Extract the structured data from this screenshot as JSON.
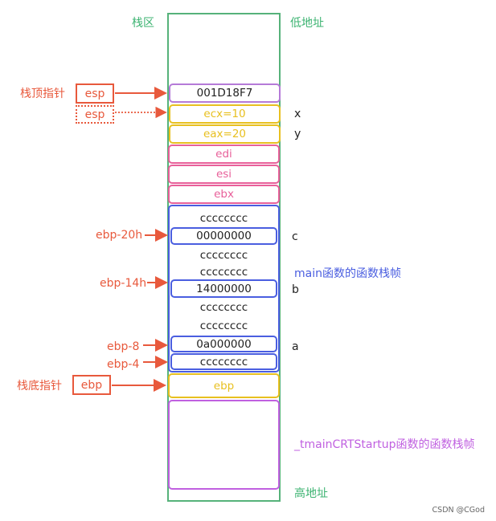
{
  "labels": {
    "stack_area": "栈区",
    "low_address": "低地址",
    "high_address": "高地址",
    "stack_top_pointer": "栈顶指针",
    "stack_bottom_pointer": "栈底指针",
    "main_frame": "main函数的函数栈帧",
    "crt_frame": "_tmainCRTStartup函数的函数栈帧",
    "credit": "CSDN @CGod"
  },
  "registers": {
    "esp": "esp",
    "esp_old": "esp",
    "ebp": "ebp"
  },
  "cells": {
    "top": "001D18F7",
    "ecx": "ecx=10",
    "eax": "eax=20",
    "edi": "edi",
    "esi": "esi",
    "ebx": "ebx",
    "main_row1": "cccccccc",
    "c_value": "00000000",
    "main_row3": "cccccccc",
    "main_row4": "cccccccc",
    "b_value": "14000000",
    "main_row6": "cccccccc",
    "main_row7": "cccccccc",
    "a_value": "0a000000",
    "ebp_minus4_value": "cccccccc",
    "saved_ebp": "ebp"
  },
  "offsets": {
    "ebp_20h": "ebp-20h",
    "ebp_14h": "ebp-14h",
    "ebp_8": "ebp-8",
    "ebp_4": "ebp-4"
  },
  "vars": {
    "x": "x",
    "y": "y",
    "c": "c",
    "b": "b",
    "a": "a"
  },
  "colors": {
    "stack_border": "#56b27a",
    "pointer": "#e8593c",
    "top_cell": "#b57ad8",
    "yellow": "#e8c020",
    "pink": "#e8609a",
    "blue": "#4a5ee0",
    "purple": "#c060e0"
  }
}
